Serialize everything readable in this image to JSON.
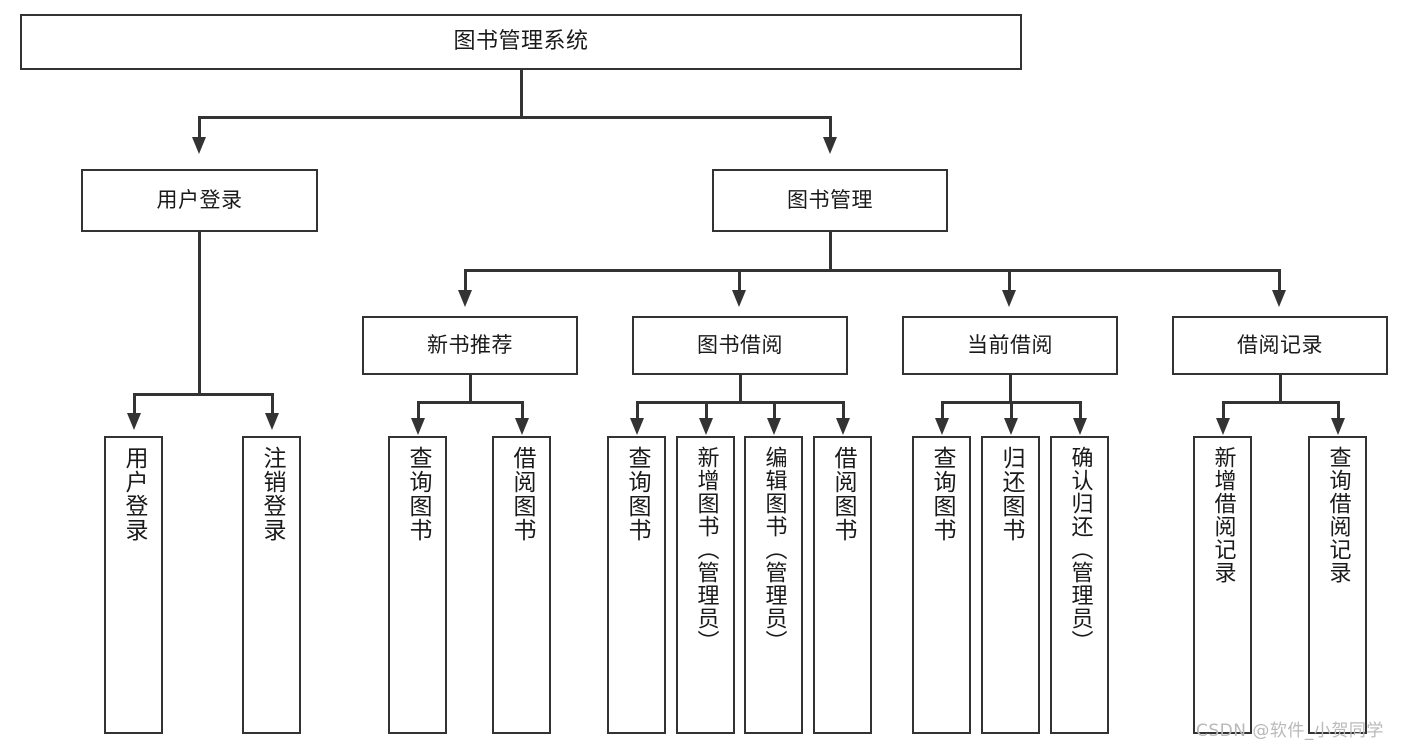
{
  "diagram": {
    "title": "图书管理系统",
    "type": "hierarchy-tree",
    "root": {
      "label": "图书管理系统"
    },
    "level2": [
      {
        "label": "用户登录"
      },
      {
        "label": "图书管理"
      }
    ],
    "level3": [
      {
        "label": "新书推荐"
      },
      {
        "label": "图书借阅"
      },
      {
        "label": "当前借阅"
      },
      {
        "label": "借阅记录"
      }
    ],
    "leaves": {
      "user_login": [
        {
          "label": "用户登录"
        },
        {
          "label": "注销登录"
        }
      ],
      "new_book_recommend": [
        {
          "label": "查询图书"
        },
        {
          "label": "借阅图书"
        }
      ],
      "book_borrow": [
        {
          "label": "查询图书"
        },
        {
          "label": "新增图书（管理员）"
        },
        {
          "label": "编辑图书（管理员）"
        },
        {
          "label": "借阅图书"
        }
      ],
      "current_borrow": [
        {
          "label": "查询图书"
        },
        {
          "label": "归还图书"
        },
        {
          "label": "确认归还（管理员）"
        }
      ],
      "borrow_records": [
        {
          "label": "新增借阅记录"
        },
        {
          "label": "查询借阅记录"
        }
      ]
    }
  },
  "watermark": {
    "text": "CSDN @软件_小贺同学"
  },
  "colors": {
    "stroke": "#333333",
    "fill": "#ffffff",
    "text": "#1a1a1a",
    "watermark": "#b9b9b9"
  }
}
